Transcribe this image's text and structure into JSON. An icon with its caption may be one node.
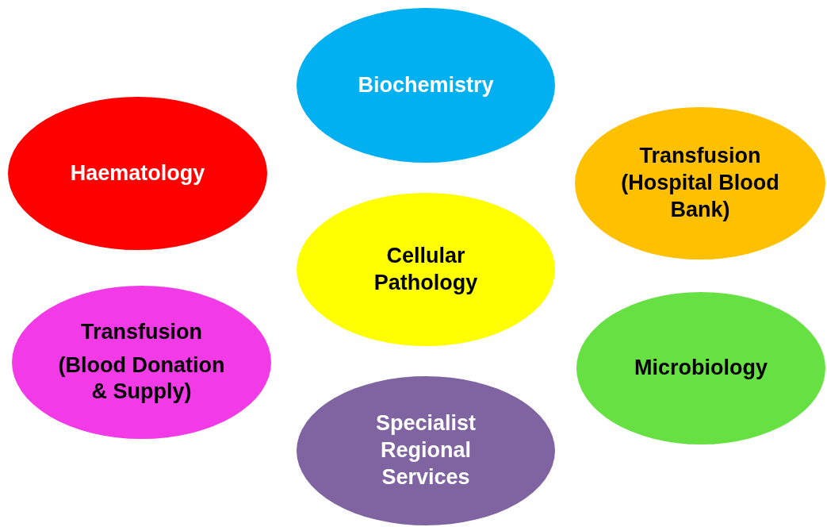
{
  "diagram": {
    "nodes": [
      {
        "text": [
          "Biochemistry"
        ]
      },
      {
        "text": [
          "Haematology"
        ]
      },
      {
        "text": [
          "Transfusion (Hospital Blood Bank)"
        ]
      },
      {
        "text": [
          "Cellular Pathology"
        ]
      },
      {
        "text": [
          "Transfusion",
          "(Blood Donation & Supply)"
        ]
      },
      {
        "text": [
          "Microbiology"
        ]
      },
      {
        "text": [
          "Specialist Regional Services"
        ]
      }
    ]
  }
}
